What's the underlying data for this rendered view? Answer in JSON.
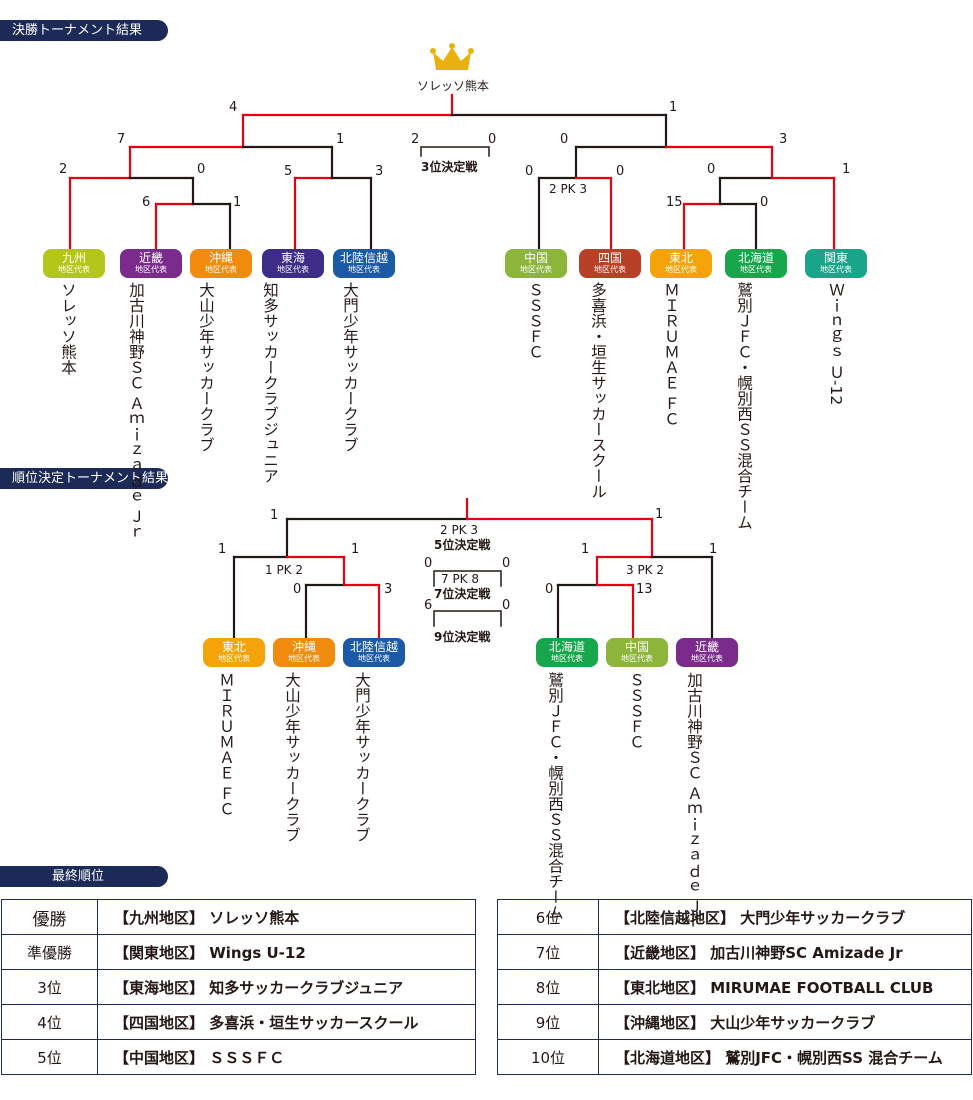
{
  "headers": {
    "final": "決勝トーナメント結果",
    "placement": "順位決定トーナメント結果",
    "standings": "最終順位"
  },
  "champion_label": "ソレッソ熊本",
  "colors": {
    "navy": "#1b2a57",
    "winner_red": "#e60012",
    "kyushu": "#b5c61a",
    "kinki": "#7a2b8c",
    "okinawa": "#f08b0e",
    "tokai": "#3d2d86",
    "hokuriku": "#1a5aa6",
    "chugoku": "#8db53c",
    "shikoku": "#b84026",
    "tohoku": "#f4a40a",
    "hokkaido": "#17a64b",
    "kanto": "#19a58a",
    "crown": "#e8b10e"
  },
  "final": {
    "scores": {
      "f_l": "4",
      "f_r": "1",
      "sl_l": "7",
      "sl_r": "1",
      "sr_l": "0",
      "sr_r": "3",
      "a_l": "2",
      "a_r": "0",
      "b_l": "5",
      "b_r": "3",
      "c_l": "0",
      "c_r": "0",
      "d_l": "0",
      "d_r": "1",
      "e_l": "6",
      "e_r": "1",
      "g_l": "15",
      "g_r": "0",
      "third_l": "2",
      "third_r": "0"
    },
    "c_pk": "2 PK 3",
    "third_label": "3位決定戦",
    "teams": [
      {
        "region": "九州",
        "name": "ソレッソ熊本"
      },
      {
        "region": "近畿",
        "name": "加古川神野ＳＣ Ａｍｉｚａｄｅ Ｊｒ"
      },
      {
        "region": "沖縄",
        "name": "大山少年サッカークラブ"
      },
      {
        "region": "東海",
        "name": "知多サッカークラブジュニア"
      },
      {
        "region": "北陸信越",
        "name": "大門少年サッカークラブ"
      },
      {
        "region": "中国",
        "name": "ＳＳＳＦＣ"
      },
      {
        "region": "四国",
        "name": "多喜浜・垣生サッカースクール"
      },
      {
        "region": "東北",
        "name": "ＭＩＲＵＭＡＥ ＦＣ"
      },
      {
        "region": "北海道",
        "name": "鷲別ＪＦＣ・幌別西ＳＳ混合チーム"
      },
      {
        "region": "関東",
        "name": "Ｗｉｎｇｓ Ｕ-12"
      }
    ],
    "district": "地区代表"
  },
  "placement": {
    "scores": {
      "top_l": "1",
      "top_r": "1",
      "l_l": "1",
      "l_r": "1",
      "r_l": "1",
      "r_r": "1",
      "ls_l": "0",
      "ls_r": "3",
      "rs_l": "0",
      "rs_r": "13",
      "p7_l": "0",
      "p7_r": "0",
      "p9_l": "6",
      "p9_r": "0"
    },
    "top_pk": "2 PK 3",
    "l_pk": "1 PK 2",
    "r_pk": "3 PK 2",
    "p7_pk": "7 PK 8",
    "label5": "5位決定戦",
    "label7": "7位決定戦",
    "label9": "9位決定戦",
    "teams": [
      {
        "region": "東北",
        "name": "ＭＩＲＵＭＡＥ ＦＣ"
      },
      {
        "region": "沖縄",
        "name": "大山少年サッカークラブ"
      },
      {
        "region": "北陸信越",
        "name": "大門少年サッカークラブ"
      },
      {
        "region": "北海道",
        "name": "鷲別ＪＦＣ・幌別西ＳＳ混合チーム"
      },
      {
        "region": "中国",
        "name": "ＳＳＳＦＣ"
      },
      {
        "region": "近畿",
        "name": "加古川神野ＳＣ Ａｍｉｚａｄｅ Ｊｒ"
      }
    ]
  },
  "standings": {
    "left": [
      {
        "place": "優勝",
        "team": "【九州地区】 ソレッソ熊本"
      },
      {
        "place": "準優勝",
        "team": "【関東地区】 Wings U-12"
      },
      {
        "place": "3位",
        "team": "【東海地区】 知多サッカークラブジュニア"
      },
      {
        "place": "4位",
        "team": "【四国地区】 多喜浜・垣生サッカースクール"
      },
      {
        "place": "5位",
        "team": "【中国地区】 ＳＳＳＦＣ"
      }
    ],
    "right": [
      {
        "place": "6位",
        "team": "【北陸信越地区】 大門少年サッカークラブ"
      },
      {
        "place": "7位",
        "team": "【近畿地区】 加古川神野SC Amizade Jr"
      },
      {
        "place": "8位",
        "team": "【東北地区】 MIRUMAE FOOTBALL CLUB"
      },
      {
        "place": "9位",
        "team": "【沖縄地区】 大山少年サッカークラブ"
      },
      {
        "place": "10位",
        "team": "【北海道地区】 鷲別JFC・幌別西SS 混合チーム"
      }
    ]
  }
}
